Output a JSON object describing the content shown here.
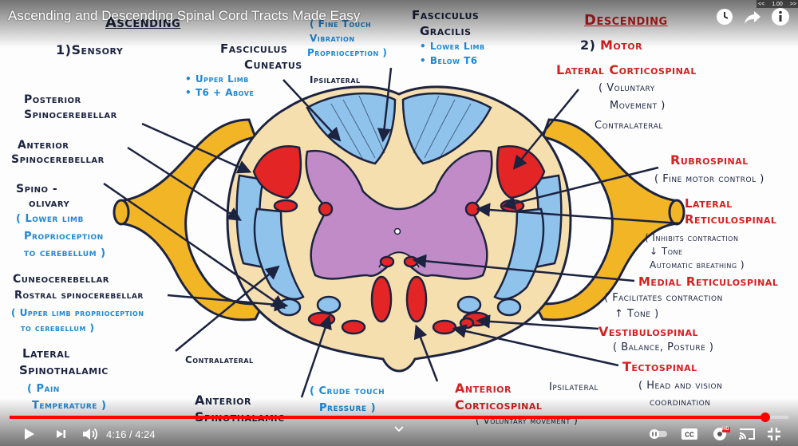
{
  "video": {
    "title": "Ascending and Descending Spinal Cord Tracts Made Easy",
    "current_time": "4:16",
    "separator": "/",
    "duration": "4:24",
    "progress": 0.97,
    "playback_speed": "1.00",
    "speed_left": "<<",
    "speed_right": ">>",
    "hd_badge": "HD",
    "colors": {
      "progress": "#ff0000",
      "overlay_text": "#ffffff"
    }
  },
  "icons": {
    "watch_later": "clock-icon",
    "share": "share-icon",
    "info": "info-icon",
    "play": "play-icon",
    "next": "next-icon",
    "volume": "volume-icon",
    "autoplay": "autoplay-toggle-icon",
    "captions": "captions-icon",
    "settings": "gear-icon",
    "cast": "cast-icon",
    "fullscreen": "exit-fullscreen-icon",
    "chevron": "chevron-down-icon"
  },
  "board": {
    "ascending_heading": "Ascending",
    "descending_heading": "Descending",
    "sensory": "1)Sensory",
    "motor_num": "2)",
    "motor": "Motor",
    "left_labels": {
      "posterior_spino": [
        "Posterior",
        "Spinocerebellar"
      ],
      "anterior_spino": [
        "Anterior",
        "Spinocerebellar"
      ],
      "spino_olivary": [
        "Spino -",
        "olivary"
      ],
      "spino_olivary_note": [
        "( Lower limb",
        "Proprioception",
        "to cerebellum )"
      ],
      "cuneocerebellar": [
        "Cuneocerebellar",
        "Rostral spinocerebellar"
      ],
      "cuneo_note": [
        "( Upper limb proprioception",
        "to cerebellum )"
      ],
      "lateral_spinothalamic": [
        "Lateral",
        "Spinothalamic"
      ],
      "lat_spino_note": [
        "( Pain",
        "Temperature )"
      ],
      "contralateral_left": "Contralateral",
      "anterior_spinothalamic": [
        "Anterior",
        "Spinothalamic"
      ],
      "crude_touch": [
        "( Crude touch",
        "Pressure )"
      ]
    },
    "top_labels": {
      "fasciculus_cuneatus": [
        "Fasciculus",
        "Cuneatus"
      ],
      "cuneatus_notes": [
        "• Upper Limb",
        "• T6 + Above"
      ],
      "fine_touch": [
        "( Fine Touch",
        "Vibration",
        "Proprioception )"
      ],
      "ipsilateral_top": "Ipsilateral",
      "fasciculus_gracilis": [
        "Fasciculus",
        "Gracilis"
      ],
      "gracilis_notes": [
        "• Lower Limb",
        "• Below T6"
      ]
    },
    "right_labels": {
      "lateral_corticospinal": "Lateral Corticospinal",
      "lat_cs_note": [
        "( Voluntary",
        "Movement )"
      ],
      "contralateral_right": "Contralateral",
      "rubrospinal": "Rubrospinal",
      "rubro_note": "( Fine motor control )",
      "lateral_reticulospinal": [
        "Lateral",
        "Reticulospinal"
      ],
      "lat_reticulo_note": [
        "( Inhibits contraction",
        "↓ Tone",
        "Automatic breathing )"
      ],
      "medial_reticulospinal": "Medial Reticulospinal",
      "med_reticulo_note": [
        "( Facilitates contraction",
        "↑ Tone )"
      ],
      "vestibulospinal": "Vestibulospinal",
      "vestibulo_note": "( Balance, Posture )",
      "tectospinal": "Tectospinal",
      "tecto_note": [
        "( Head and vision",
        "coordination"
      ],
      "ipsilateral_bottom": "Ipsilateral",
      "anterior_corticospinal": [
        "Anterior",
        "Corticospinal"
      ],
      "ant_cs_note": "( Voluntary movement )"
    },
    "colors": {
      "white_matter": "#f6dfae",
      "gray_matter": "#c08bc6",
      "ascending_tract": "#8fc3ec",
      "descending_tract": "#e42525",
      "nerve_root": "#f2b526",
      "outline": "#1c2340",
      "label_blue": "#1e88d6",
      "label_red": "#d42020"
    }
  }
}
